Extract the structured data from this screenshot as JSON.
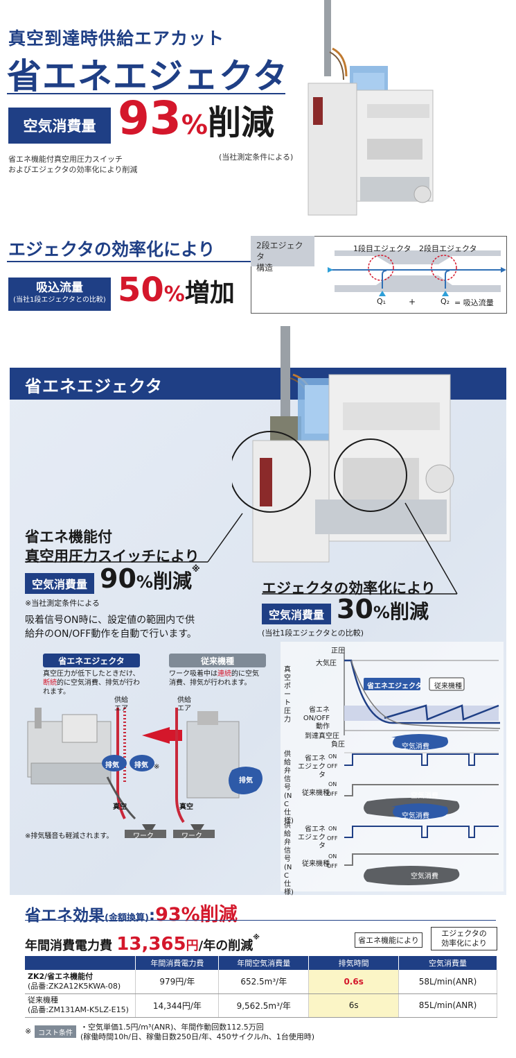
{
  "header": {
    "subtitle": "真空到達時供給エアカット",
    "title": "省エネエジェクタ"
  },
  "top_claim": {
    "badge": "空気消費量",
    "value": "93",
    "unit": "%",
    "suffix": "削減",
    "note": "(当社測定条件による)",
    "desc_line1": "省エネ機能付真空用圧力スイッチ",
    "desc_line2": "およびエジェクタの効率化により削減"
  },
  "efficiency": {
    "title": "エジェクタの効率化により",
    "badge": "吸込流量",
    "badge_sub": "(当社1段エジェクタとの比較)",
    "value": "50",
    "unit": "%",
    "suffix": "増加"
  },
  "stage_diagram": {
    "tag_line1": "2段エジェクタ",
    "tag_line2": "構造",
    "stage1": "1段目エジェクタ",
    "stage2": "2段目エジェクタ",
    "q1": "Q₁",
    "plus": "+",
    "q2": "Q₂",
    "eq": "= 吸込流量"
  },
  "panel": {
    "title": "省エネエジェクタ",
    "switch_title_l1": "省エネ機能付",
    "switch_title_l2": "真空用圧力スイッチにより",
    "badge90": "空気消費量",
    "value90": "90",
    "unit90": "%",
    "suffix90": "削減",
    "mark90": "※",
    "note90": "※当社測定条件による",
    "desc90_l1": "吸着信号ON時に、設定値の範囲内で供",
    "desc90_l2": "給弁のON/OFF動作を自動で行います。",
    "ej_title": "エジェクタの効率化により",
    "badge30": "空気消費量",
    "value30": "30",
    "unit30": "%",
    "suffix30": "削減",
    "note30": "(当社1段エジェクタとの比較)"
  },
  "compare": {
    "se_label": "省エネエジェクタ",
    "old_label": "従来機種",
    "se_text_l1": "真空圧力が低下したときだけ、",
    "se_text_l2_red": "断続",
    "se_text_l2": "的に空気消費、排気が行わ",
    "se_text_l3": "れます。",
    "old_text_l1a": "ワーク吸着中は",
    "old_text_l1_red": "連続",
    "old_text_l1b": "的に空気",
    "old_text_l2": "消費、排気が行われます。",
    "supply_air_l1": "供給",
    "supply_air_l2": "エア",
    "exhaust": "排気",
    "exhaust_mark": "※",
    "vacuum": "真空",
    "work": "ワーク",
    "note": "※排気騒音も軽減されます。"
  },
  "timing_chart": {
    "positive": "正圧",
    "atm": "大気圧",
    "yaxis": "真空ポート圧力",
    "se_label": "省エネエジェクタ",
    "old_label": "従来機種",
    "onoff_l1": "省エネ",
    "onoff_l2": "ON/OFF動作",
    "reach": "到達真空圧",
    "negative": "負圧",
    "consume": "空気消費",
    "supply_sig": "供給弁信号(NC仕様)",
    "se_row_l1": "省エネ",
    "se_row_l2": "エジェクタ",
    "old_row": "従来機種",
    "on": "ON",
    "off": "OFF"
  },
  "effect": {
    "title": "省エネ効果",
    "title_sub": "(金額換算)",
    "colon": ":",
    "value": "93%削減",
    "annual_label": "年間消費電力費",
    "annual_value": "13,365",
    "annual_unit": "円",
    "annual_suffix": "/年の削減",
    "annual_mark": "※",
    "callout1": "省エネ機能により",
    "callout2_l1": "エジェクタの",
    "callout2_l2": "効率化により"
  },
  "table": {
    "headers": [
      "",
      "年間消費電力費",
      "年間空気消費量",
      "排気時間",
      "空気消費量"
    ],
    "rows": [
      {
        "name": "ZK2/省エネ機能付",
        "model": "(品番:ZK2A12K5KWA-08)",
        "cost": "979円/年",
        "air": "652.5m³/年",
        "time": "0.6s",
        "consume": "58L/min(ANR)"
      },
      {
        "name": "従来機種",
        "model": "(品番:ZM131AM-K5LZ-E15)",
        "cost": "14,344円/年",
        "air": "9,562.5m³/年",
        "time": "6s",
        "consume": "85L/min(ANR)"
      }
    ]
  },
  "cost_cond": {
    "mark": "※",
    "tag": "コスト条件",
    "line1": "・空気単価1.5円/m³(ANR)、年間作動回数112.5万回",
    "line2": "(稼働時間10h/日、稼働日数250日/年、450サイクル/h、1台使用時)"
  },
  "colors": {
    "navy": "#1f3f85",
    "red": "#d4172b",
    "highlight": "#fbf5c6"
  }
}
